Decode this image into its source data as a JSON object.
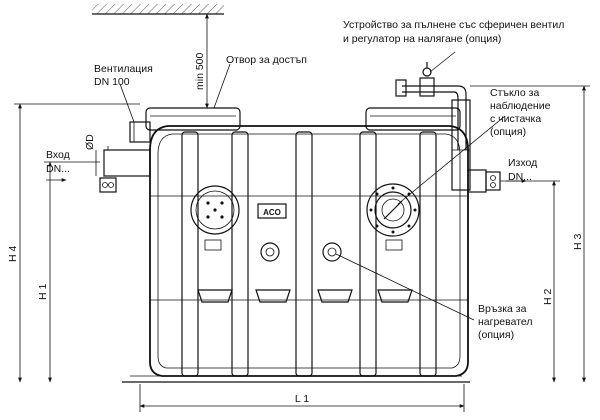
{
  "labels": {
    "ventilation_line1": "Вентилация",
    "ventilation_line2": "DN 100",
    "access": "Отвор за достъп",
    "min": "min 500",
    "device_line1": "Устройство за пълнене със сферичен вентил",
    "device_line2": "и регулатор на налягане (опция)",
    "glass_line1": "Стъкло за",
    "glass_line2": "наблюдение",
    "glass_line3": "с чистачка",
    "glass_line4": "(опция)",
    "inlet_line1": "Вход",
    "inlet_line2": "DN...",
    "outlet_line1": "Изход",
    "outlet_line2": "DN...",
    "diameter": "ØD",
    "heater_line1": "Връзка за",
    "heater_line2": "нагревател",
    "heater_line3": "(опция)",
    "panel_logo": "ACO"
  },
  "dimensions": {
    "h4": "H 4",
    "h1": "H 1",
    "h2": "H 2",
    "h3": "H 3",
    "l1": "L 1"
  }
}
